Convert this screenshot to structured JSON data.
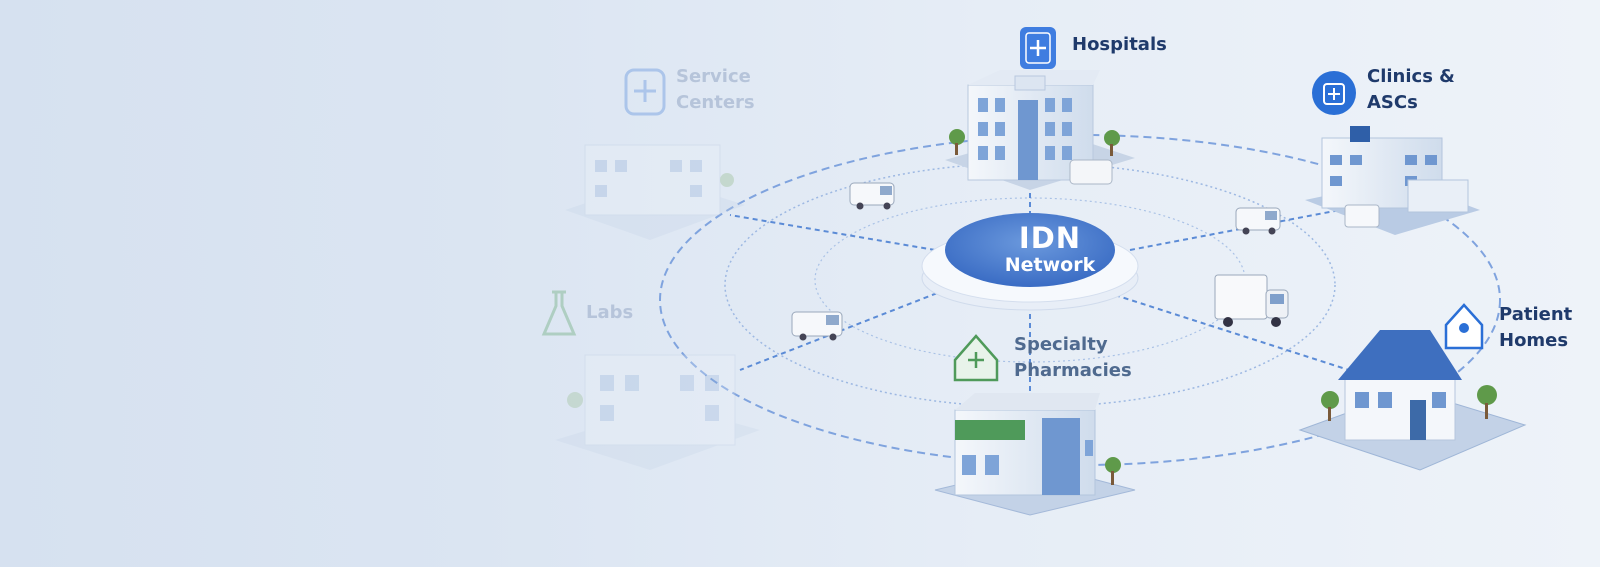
{
  "hub": {
    "title": "IDN",
    "subtitle": "Network"
  },
  "nodes": {
    "hospitals": "Hospitals",
    "clinics": "Clinics &\nASCs",
    "patient_homes": "Patient\nHomes",
    "specialty_pharmacies": "Specialty\nPharmacies",
    "labs": "Labs",
    "service_centers": "Service\nCenters"
  },
  "colors": {
    "accent": "#2f6fd6",
    "hub": "#4a7fd0",
    "dark_text": "#1f3a6b",
    "faded": "#b6c4da",
    "pharmacy_green": "#4f9a5a"
  }
}
